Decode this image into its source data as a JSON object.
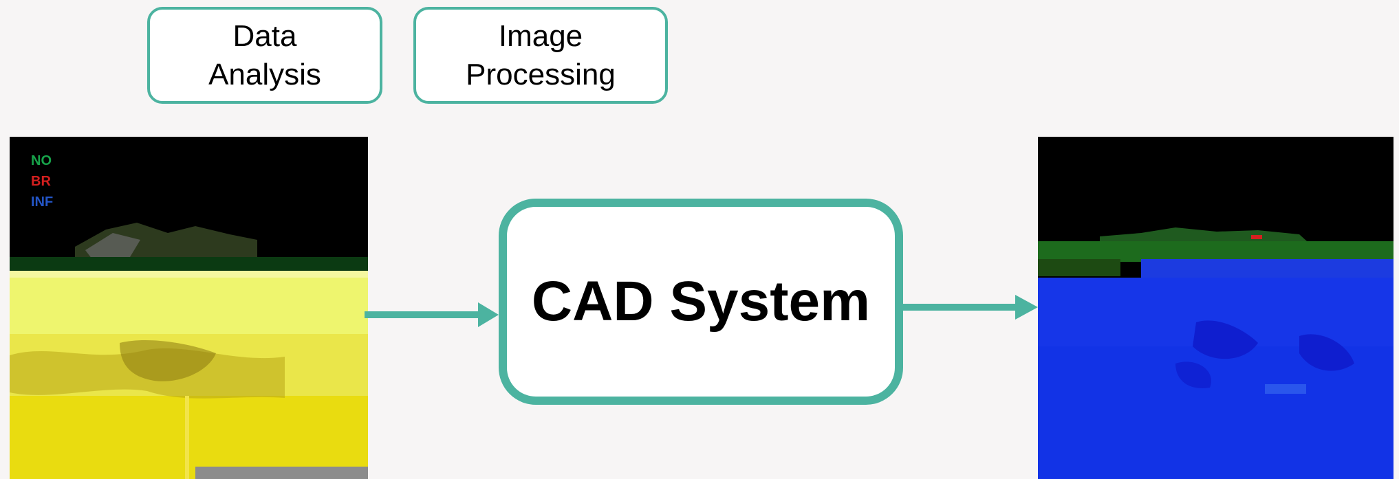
{
  "tags": {
    "data_analysis": [
      "Data",
      "Analysis"
    ],
    "image_processing": [
      "Image",
      "Processing"
    ]
  },
  "legend": {
    "items": [
      {
        "label": "NO",
        "color": "#17a34a"
      },
      {
        "label": "BR",
        "color": "#d41f1f"
      },
      {
        "label": "INF",
        "color": "#2456c8"
      }
    ]
  },
  "cad": {
    "title": "CAD System"
  },
  "colors": {
    "accent": "#4cb3a0",
    "background": "#f7f5f5",
    "input_overlay": "#e9de1c",
    "output_overlay": "#1233e6"
  }
}
